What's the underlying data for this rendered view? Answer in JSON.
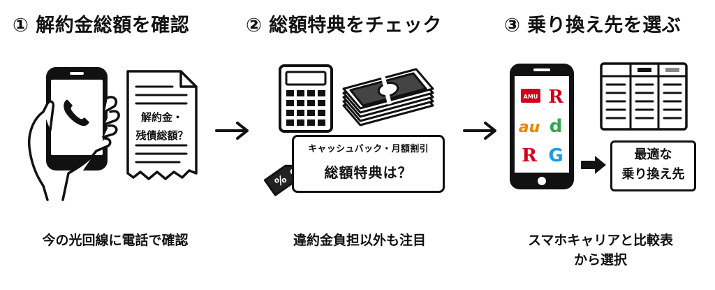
{
  "steps": [
    {
      "title": "① 解約金総額を確認",
      "caption": "今の光回線に電話で確認",
      "doc_line1": "解約金・",
      "doc_line2": "残債総額？"
    },
    {
      "title": "② 総額特典をチェック",
      "caption": "違約金負担以外も注目",
      "banner_small": "キャッシュバック・月額割引",
      "banner_big": "総額特典は？",
      "tag_symbol": "%"
    },
    {
      "title": "③ 乗り換え先を選ぶ",
      "caption_line1": "スマホキャリアと比較表",
      "caption_line2": "から選択",
      "result_line1": "最適な",
      "result_line2": "乗り換え先",
      "carrier_logos": [
        "AMU",
        "R",
        "au",
        "d",
        "R",
        "G"
      ]
    }
  ],
  "colors": {
    "ink": "#111111",
    "red": "#d0021b",
    "orange": "#f08300",
    "green": "#2fa84f",
    "blue": "#1a9be6",
    "money": "#333333"
  },
  "icons": [
    "smartphone-icon",
    "phone-handset-icon",
    "hand-icon",
    "document-icon",
    "arrow-right-icon",
    "calculator-icon",
    "money-stack-icon",
    "price-tag-icon",
    "comparison-table-icon",
    "arrow-right-filled-icon"
  ]
}
